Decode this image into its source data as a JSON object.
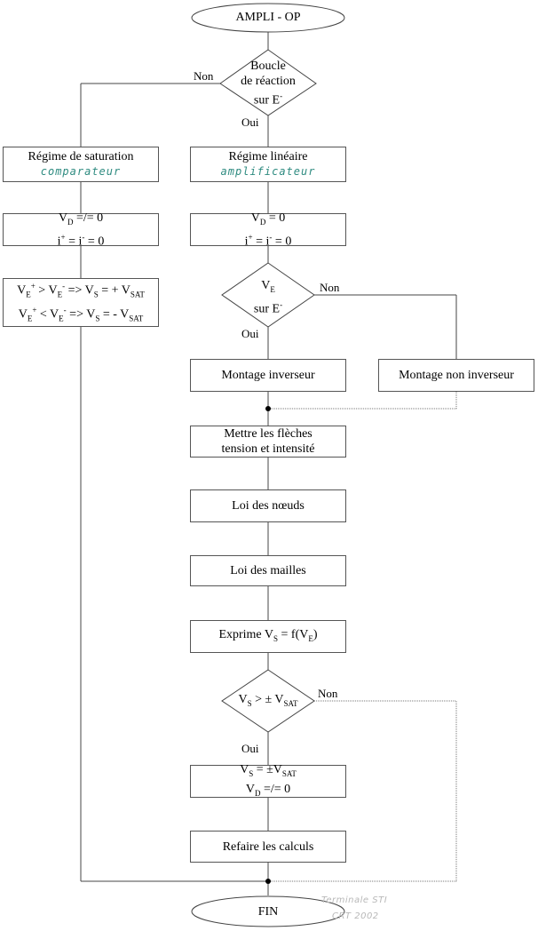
{
  "start": "AMPLI - OP",
  "end": "FIN",
  "decision_feedback": {
    "line1": "Boucle",
    "line2": "de réaction",
    "line3": "sur E",
    "sup": "-"
  },
  "labels": {
    "non": "Non",
    "oui": "Oui"
  },
  "saturation": {
    "title": "Régime de saturation",
    "subtitle": "comparateur"
  },
  "lineaire": {
    "title": "Régime linéaire",
    "subtitle": "amplificateur"
  },
  "sat_eq": {
    "vd": "V",
    "vd_sub": "D",
    "vd_rest": " =/= 0",
    "i": "i",
    "i_rest": " = i",
    "i_end": " = 0"
  },
  "lin_eq": {
    "vd": "V",
    "vd_sub": "D",
    "vd_rest": " = 0",
    "i": "i",
    "i_rest": " = i",
    "i_end": " = 0"
  },
  "sat_rules": {
    "rule1": {
      "a": "V",
      "sub_e": "E",
      "gt": " > V",
      "arrow": " => V",
      "sub_s": "S",
      "rest": " = + V",
      "sub_sat": "SAT"
    },
    "rule2": {
      "a": "V",
      "sub_e": "E",
      "lt": " < V",
      "arrow": " => V",
      "sub_s": "S",
      "rest": " = - V",
      "sub_sat": "SAT"
    }
  },
  "decision_ve": {
    "v": "V",
    "sub": "E",
    "line2": "sur E",
    "sup": "-"
  },
  "montage_inverseur": "Montage inverseur",
  "montage_non_inverseur": "Montage non inverseur",
  "fleches": {
    "line1": "Mettre les flèches",
    "line2": "tension et intensité"
  },
  "loi_noeuds": "Loi des nœuds",
  "loi_mailles": "Loi des mailles",
  "exprime": {
    "pre": "Exprime V",
    "sub_s": "S",
    "mid": " = f(V",
    "sub_e": "E",
    "post": ")"
  },
  "decision_vs": {
    "v": "V",
    "sub_s": "S",
    "mid": " > ± V",
    "sub_sat": "SAT"
  },
  "vs_sat": {
    "v": "V",
    "sub_s": "S",
    "mid": " = ±V",
    "sub_sat": "SAT",
    "vd": "V",
    "sub_d": "D",
    "vd_rest": " =/= 0"
  },
  "refaire": "Refaire les calculs",
  "watermark": {
    "line1": "Terminale STI",
    "line2": "CRT 2002"
  }
}
